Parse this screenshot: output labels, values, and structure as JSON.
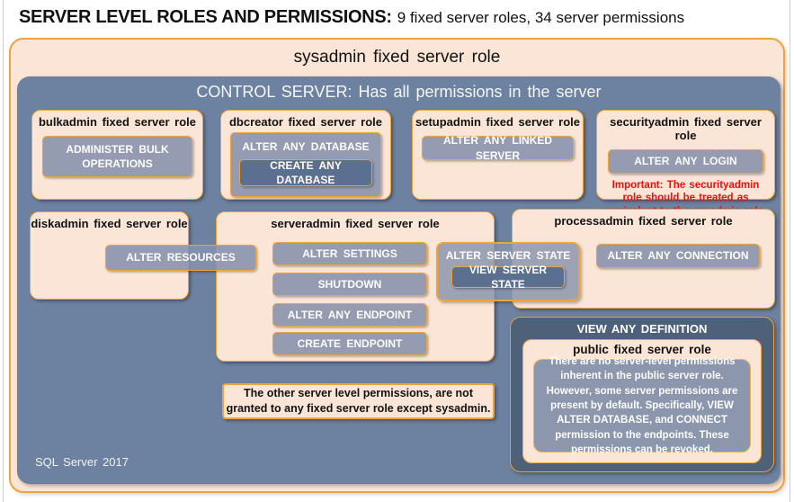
{
  "header": {
    "title_bold": "SERVER LEVEL ROLES AND PERMISSIONS:",
    "title_sub": "9 fixed server roles, 34 server permissions"
  },
  "sysadmin": {
    "label": "sysadmin fixed server role"
  },
  "control_server": {
    "label": "CONTROL SERVER: Has all permissions in the server"
  },
  "roles": {
    "bulkadmin": {
      "title": "bulkadmin fixed server role",
      "permission": "ADMINISTER BULK OPERATIONS"
    },
    "dbcreator": {
      "title": "dbcreator fixed server role",
      "permission": "ALTER ANY DATABASE",
      "nested_permission": "CREATE ANY DATABASE"
    },
    "setupadmin": {
      "title": "setupadmin fixed server role",
      "permission": "ALTER ANY LINKED SERVER"
    },
    "securityadmin": {
      "title": "securityadmin fixed server role",
      "permission": "ALTER ANY LOGIN",
      "warning": "Important: The securityadmin role should be treated as equivalent to the sysadmin role."
    },
    "diskadmin": {
      "title": "diskadmin fixed server role",
      "permission": "ALTER RESOURCES"
    },
    "serveradmin": {
      "title": "serveradmin fixed server role",
      "permissions": [
        "ALTER SETTINGS",
        "SHUTDOWN",
        "ALTER ANY ENDPOINT",
        "CREATE ENDPOINT"
      ],
      "state_permission": "ALTER SERVER STATE",
      "nested_state_permission": "VIEW SERVER STATE"
    },
    "processadmin": {
      "title": "processadmin fixed server role",
      "permission": "ALTER ANY CONNECTION"
    },
    "public": {
      "container_permission": "VIEW ANY DEFINITION",
      "title": "public fixed server role",
      "description": "There are no server-level permissions inherent in the public server role. However, some server permissions are present by default. Specifically, VIEW ALTER DATABASE, and CONNECT permission to the endpoints. These permissions can be revoked."
    }
  },
  "note": {
    "text": "The other server level permissions, are not granted to any fixed server role except sysadmin."
  },
  "footer": {
    "label": "SQL Server 2017"
  },
  "colors": {
    "peach": "#fbe5d6",
    "orange_border": "#eea33c",
    "slate_blue": "#6d81a0",
    "dark_slate": "#4e6179",
    "permission_fill": "#8692ac",
    "permission_dark_fill": "#5b6f8f",
    "warning_red": "#ee0f0f"
  }
}
